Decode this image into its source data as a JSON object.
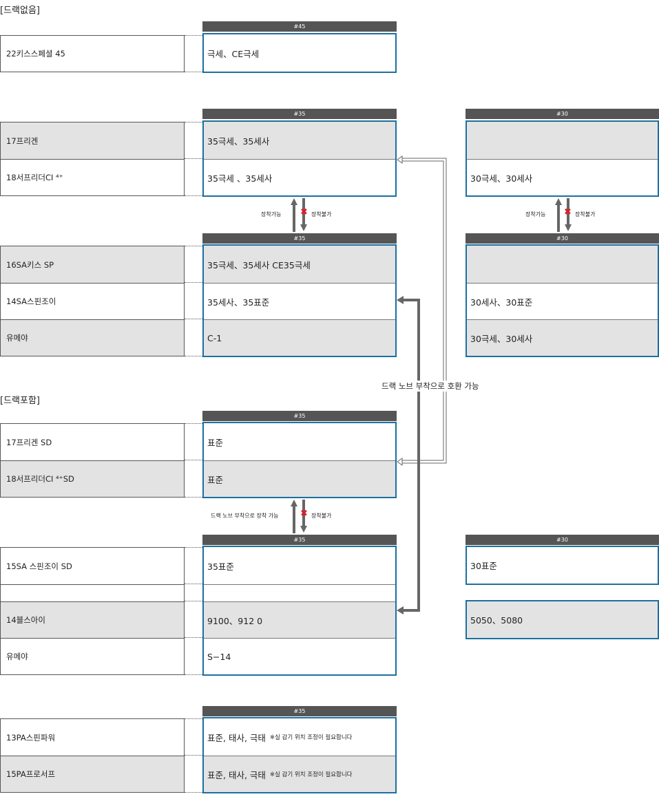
{
  "sections": {
    "no_drag": "[드랙없음]",
    "with_drag": "[드랙포함]"
  },
  "group1": {
    "header": "#45",
    "left": [
      "22키스스페셜 45"
    ],
    "right": [
      "극세、CE극세"
    ]
  },
  "group2": {
    "header": "#35",
    "left": [
      "17프리겐",
      "18서프리더CI ⁴⁺"
    ],
    "right": [
      "35극세、35세사",
      "35극세 、35세사"
    ],
    "side_header": "#30",
    "side": [
      "",
      "30극세、30세사"
    ]
  },
  "group3": {
    "header": "#35",
    "left": [
      "16SA키스 SP",
      "14SA스핀조이",
      "유메야"
    ],
    "right": [
      "35극세、35세사  CE35극세",
      "35세사、35표준",
      "C-1"
    ],
    "side_header": "#30",
    "side": [
      "",
      "30세사、30표준",
      "30극세、30세사"
    ]
  },
  "group4": {
    "header": "#35",
    "left": [
      "17프리겐 SD",
      "18서프리더CI ⁴⁺SD"
    ],
    "right": [
      "표준",
      "표준"
    ]
  },
  "group5": {
    "header": "#35",
    "left": [
      "15SA 스핀조이 SD",
      "",
      "14블스아이",
      "유메야"
    ],
    "right": [
      "35표준",
      "",
      "9100、912 0",
      "S−14"
    ],
    "side_header": "#30",
    "side": [
      "30표준",
      "5050、5080"
    ]
  },
  "group6": {
    "header": "#35",
    "left": [
      "13PA스핀파워",
      "15PA프로서프"
    ],
    "right": [
      "표준, 태사, 극태",
      "표준, 태사, 극태"
    ],
    "note": "※실 감기 위치 조정이 필요합니다"
  },
  "arrows": {
    "mount_ok": "장착가능",
    "mount_no": "장착불가",
    "drag_knob_mount_ok": "드랙 노브 부착으로 장착 가능",
    "drag_knob_compatible": "드랙 노브 부착으로 호환 가능"
  },
  "colors": {
    "header_bg": "#555555",
    "box_border": "#1a6fa0",
    "grey_row": "#e3e3e4",
    "x_mark": "#e21b24"
  }
}
